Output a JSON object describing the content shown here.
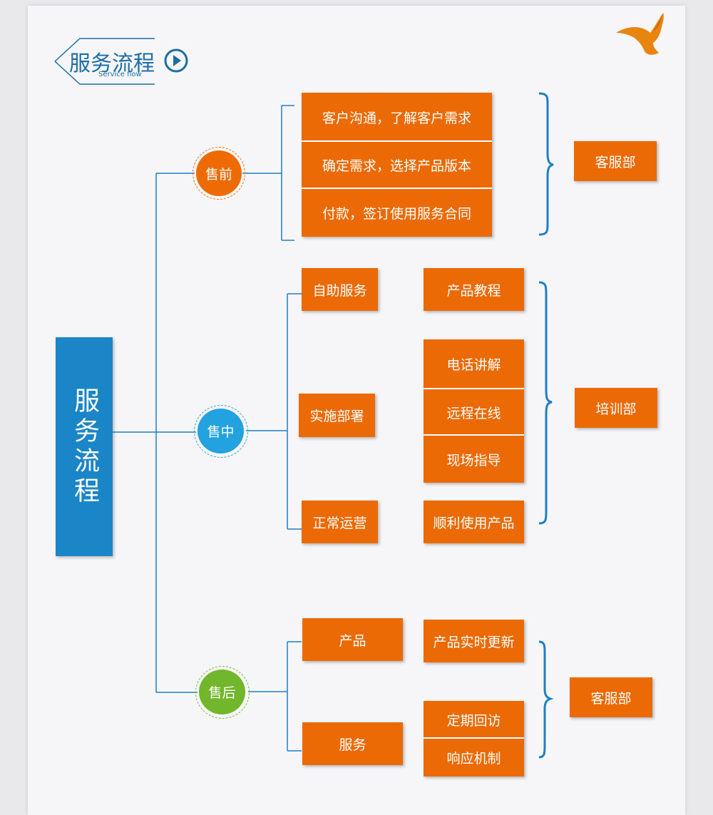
{
  "header": {
    "title": "服务流程",
    "subtitle": "Service flow"
  },
  "colors": {
    "orange": "#ec6a05",
    "blue": "#1a86c8",
    "pre_sale": "#ee6b04",
    "in_sale": "#22a3e0",
    "after_sale": "#72b62b",
    "line": "#1f7fc4"
  },
  "main_label": "服务流程",
  "stages": {
    "pre": {
      "label": "售前",
      "steps": [
        "客户沟通，了解客户需求",
        "确定需求，选择产品版本",
        "付款，签订使用服务合同"
      ],
      "department": "客服部"
    },
    "mid": {
      "label": "售中",
      "self_service": "自助服务",
      "tutorial": "产品教程",
      "deploy": "实施部署",
      "deploy_methods": [
        "电话讲解",
        "远程在线",
        "现场指导"
      ],
      "operate": "正常运营",
      "use_product": "顺利使用产品",
      "department": "培训部"
    },
    "post": {
      "label": "售后",
      "product": "产品",
      "product_update": "产品实时更新",
      "service": "服务",
      "service_items": [
        "定期回访",
        "响应机制"
      ],
      "department": "客服部"
    }
  }
}
